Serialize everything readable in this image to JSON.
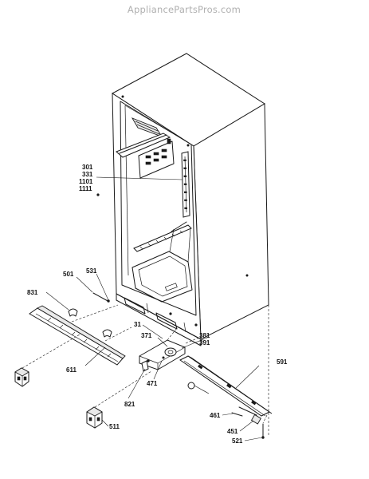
{
  "watermark": "AppliancePartsPros.com",
  "parts": {
    "p301": "301",
    "p331": "331",
    "p1101": "1101",
    "p1111": "1111",
    "p501": "501",
    "p531": "531",
    "p831": "831",
    "p611": "611",
    "p31": "31",
    "p371": "371",
    "p381": "381",
    "p391": "391",
    "p471": "471",
    "p821": "821",
    "p511": "511",
    "p591": "591",
    "p461": "461",
    "p451": "451",
    "p521": "521"
  }
}
